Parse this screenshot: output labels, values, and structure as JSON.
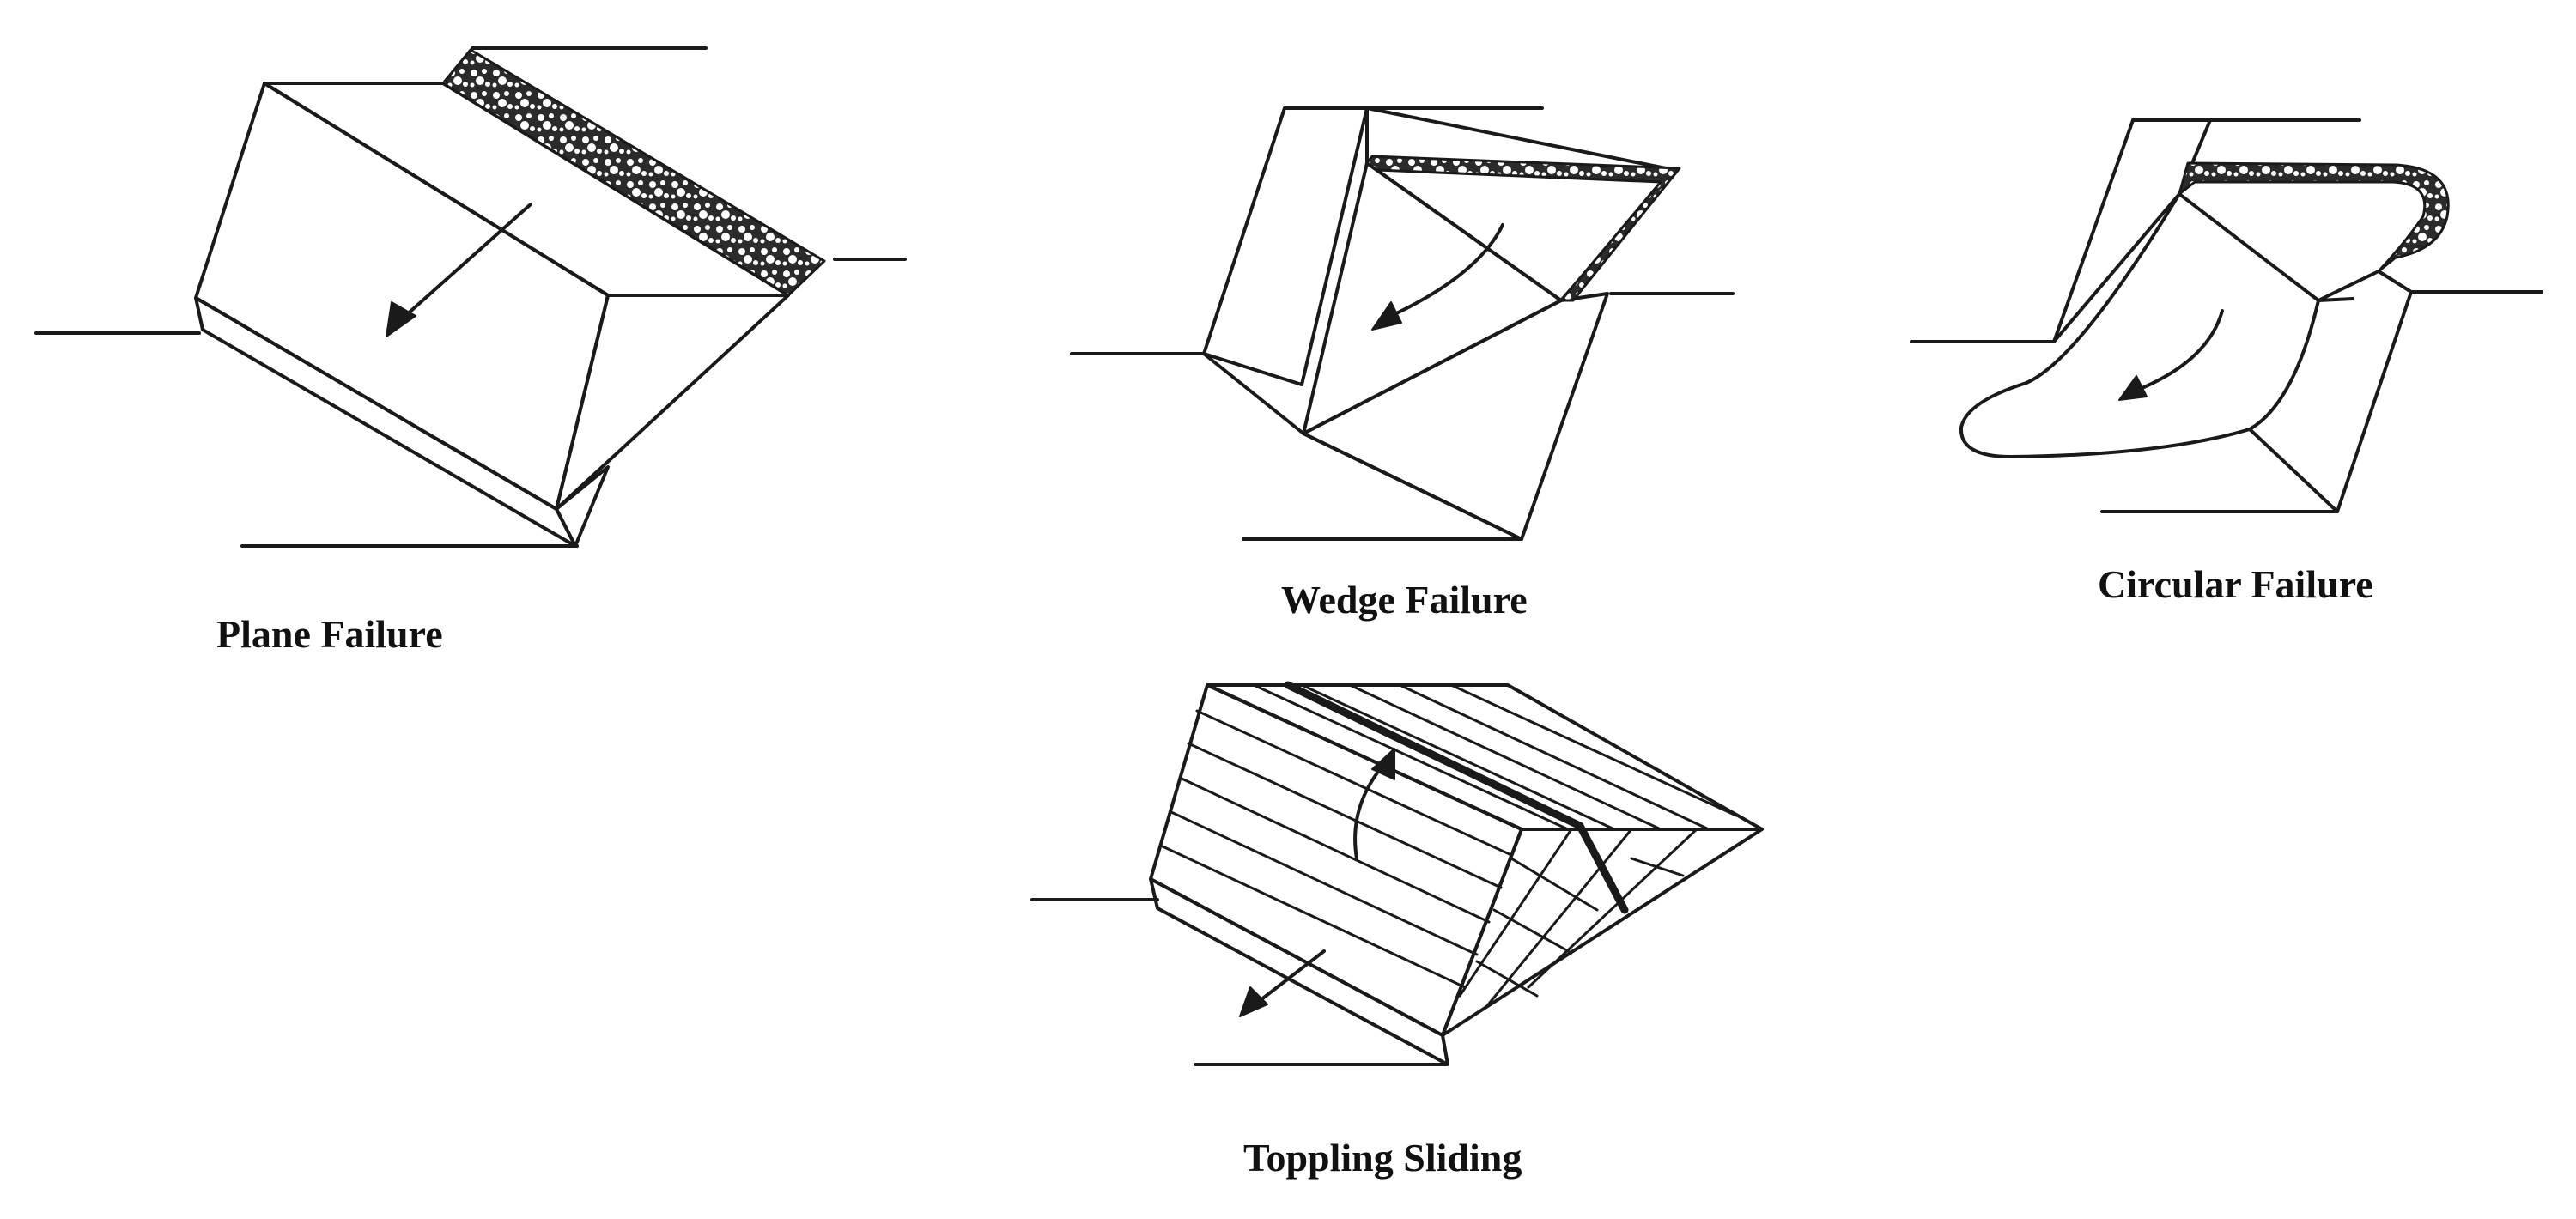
{
  "captions": {
    "plane": "Plane Failure",
    "wedge": "Wedge Failure",
    "circular": "Circular Failure",
    "toppling": "Toppling Sliding"
  },
  "colors": {
    "line": "#1a1a1a",
    "band": "#2b2b2b",
    "background": "#ffffff"
  }
}
